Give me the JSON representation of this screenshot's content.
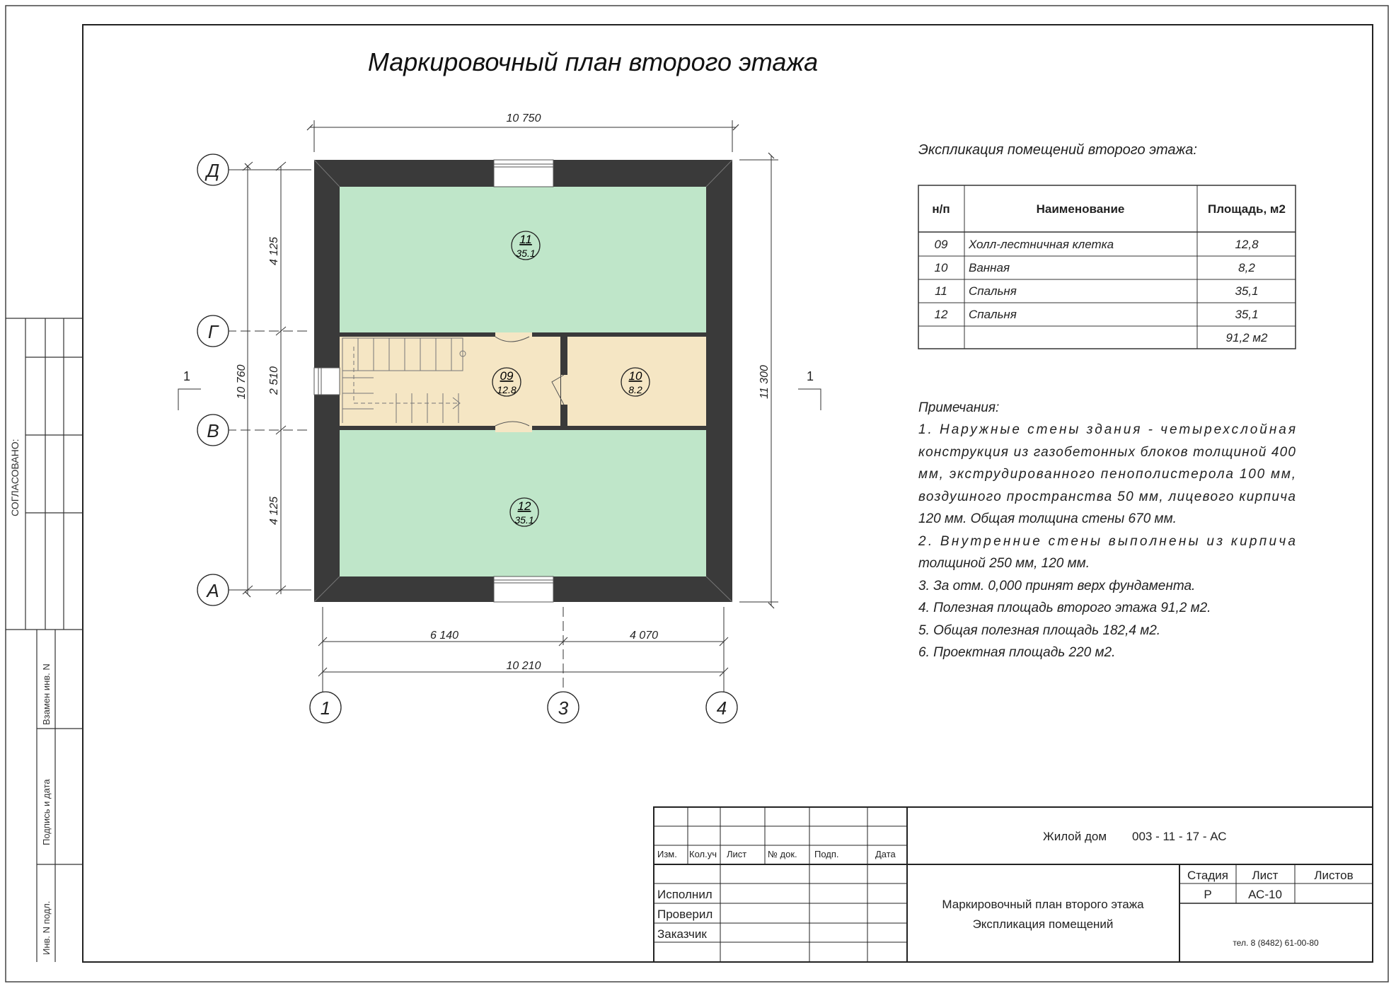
{
  "title": "Маркировочный план второго этажа",
  "side_stamp": {
    "agreed": "СОГЛАСОВАНО:",
    "replaced_inv": "Взамен инв. N",
    "sign_date": "Подпись и дата",
    "inv_orig": "Инв. N подл."
  },
  "plan": {
    "dims": {
      "top_total": "10 750",
      "left_total": "10 760",
      "right_total": "11 300",
      "left_seg1": "4 125",
      "left_seg2": "2 510",
      "left_seg3": "4 125",
      "bottom_seg1": "6 140",
      "bottom_seg2": "4 070",
      "bottom_total": "10 210"
    },
    "axes_rows": [
      "Д",
      "Г",
      "В",
      "А"
    ],
    "axes_cols": [
      "1",
      "3",
      "4"
    ],
    "section_mark": "1",
    "rooms": [
      {
        "num": "11",
        "area": "35.1"
      },
      {
        "num": "09",
        "area": "12.8"
      },
      {
        "num": "10",
        "area": "8.2"
      },
      {
        "num": "12",
        "area": "35.1"
      }
    ],
    "colors": {
      "wall": "#3a3a3a",
      "bedroom": "#bfe6c9",
      "hall": "#f5e6c4"
    }
  },
  "explication": {
    "title": "Экспликация помещений второго этажа:",
    "headers": [
      "н/п",
      "Наименование",
      "Площадь, м2"
    ],
    "rows": [
      [
        "09",
        "Холл-лестничная клетка",
        "12,8"
      ],
      [
        "10",
        "Ванная",
        "8,2"
      ],
      [
        "11",
        "Спальня",
        "35,1"
      ],
      [
        "12",
        "Спальня",
        "35,1"
      ]
    ],
    "total": "91,2 м2"
  },
  "notes": {
    "title": "Примечания:",
    "lines": [
      "1. Наружные стены здания - четырехслойная",
      "конструкция из газобетонных блоков толщиной 400",
      "мм, экструдированного пенополистерола 100 мм,",
      "воздушного пространства 50 мм, лицевого кирпича",
      "120 мм. Общая толщина стены 670 мм.",
      "2. Внутренние стены выполнены из кирпича",
      "толщиной 250 мм, 120 мм.",
      "3. За отм. 0,000 принят верх фундамента.",
      "4. Полезная площадь второго этажа 91,2 м2.",
      "5. Общая полезная площадь 182,4 м2.",
      "6. Проектная площадь 220 м2."
    ]
  },
  "stamp": {
    "col_headers": [
      "Изм.",
      "Кол.уч",
      "Лист",
      "№ док.",
      "Подп.",
      "Дата"
    ],
    "roles": [
      "Исполнил",
      "Проверил",
      "Заказчик"
    ],
    "project": "Жилой дом",
    "code": "003 - 11 - 17 - АС",
    "sheet_title_1": "Маркировочный план второго этажа",
    "sheet_title_2": "Экспликация помещений",
    "stage_label": "Стадия",
    "sheet_label": "Лист",
    "sheets_label": "Листов",
    "stage": "Р",
    "sheet": "АС-10",
    "phone": "тел. 8 (8482) 61-00-80"
  }
}
